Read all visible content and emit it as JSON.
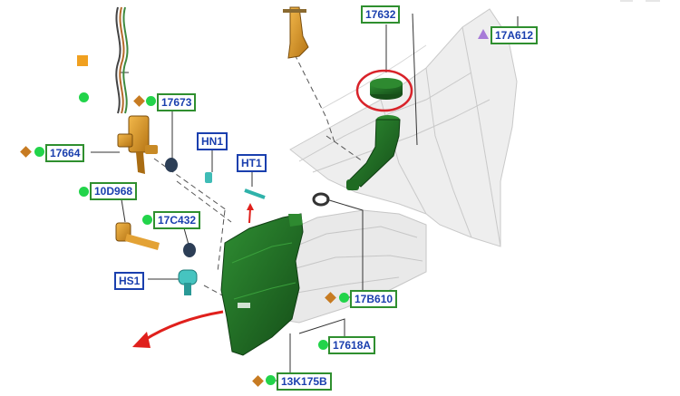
{
  "colors": {
    "green_part": "#1f6b22",
    "label_border_green": "#2f8f2f",
    "label_border_blue": "#1a3fae",
    "label_text": "#1a3fae",
    "highlight_circle": "#d8232a",
    "arrow_red": "#e0201c",
    "status_dot": "#22d44a",
    "diamond_marker": "#c77b22",
    "square_marker": "#f0a020",
    "triangle_marker": "#a77ad8"
  },
  "labels": {
    "l17632": "17632",
    "l17A612": "17A612",
    "l17673": "17673",
    "l17664": "17664",
    "lHN1": "HN1",
    "lHT1": "HT1",
    "l10D968": "10D968",
    "l17C432": "17C432",
    "lHS1": "HS1",
    "l17B610": "17B610",
    "l17618A": "17618A",
    "l13K175B": "13K175B"
  },
  "icons": {
    "status": "green-dot-icon",
    "diamond": "orange-diamond-icon",
    "square": "orange-square-icon",
    "triangle": "purple-triangle-icon"
  }
}
